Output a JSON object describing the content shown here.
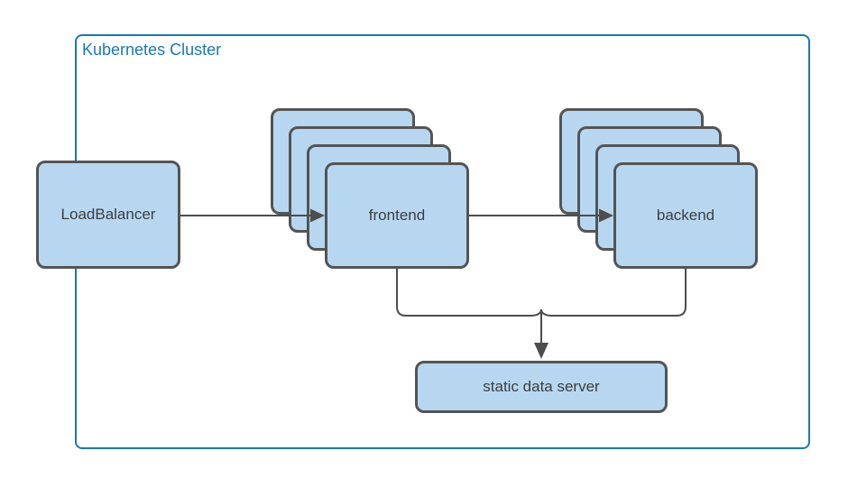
{
  "diagram": {
    "title": "Kubernetes Cluster",
    "cluster": {
      "label": "Kubernetes Cluster",
      "border_color": "#1778bd",
      "label_color": "#1778bd"
    },
    "nodes": {
      "load_balancer": {
        "label": "LoadBalancer",
        "shape": "rounded-rectangle"
      },
      "frontend": {
        "label": "frontend",
        "shape": "stacked-rounded-rectangles",
        "stack_layers": 4
      },
      "backend": {
        "label": "backend",
        "shape": "stacked-rounded-rectangles",
        "stack_layers": 4
      },
      "static_data_server": {
        "label": "static data server",
        "shape": "rounded-rectangle"
      }
    },
    "edges": [
      {
        "from": "load_balancer",
        "to": "frontend",
        "arrow": "filled-triangle"
      },
      {
        "from": "frontend",
        "to": "backend",
        "arrow": "filled-triangle"
      },
      {
        "from": "frontend",
        "to": "static_data_server",
        "arrow": "filled-triangle",
        "style": "elbow-merge"
      },
      {
        "from": "backend",
        "to": "static_data_server",
        "arrow": "filled-triangle",
        "style": "elbow-merge"
      }
    ],
    "colors": {
      "background": "#ffffff",
      "node_fill": "#b7d7f0",
      "node_border": "#545454",
      "connector": "#4d4d4d",
      "node_text": "#3d3d3d",
      "cluster_accent": "#1778bd"
    }
  }
}
